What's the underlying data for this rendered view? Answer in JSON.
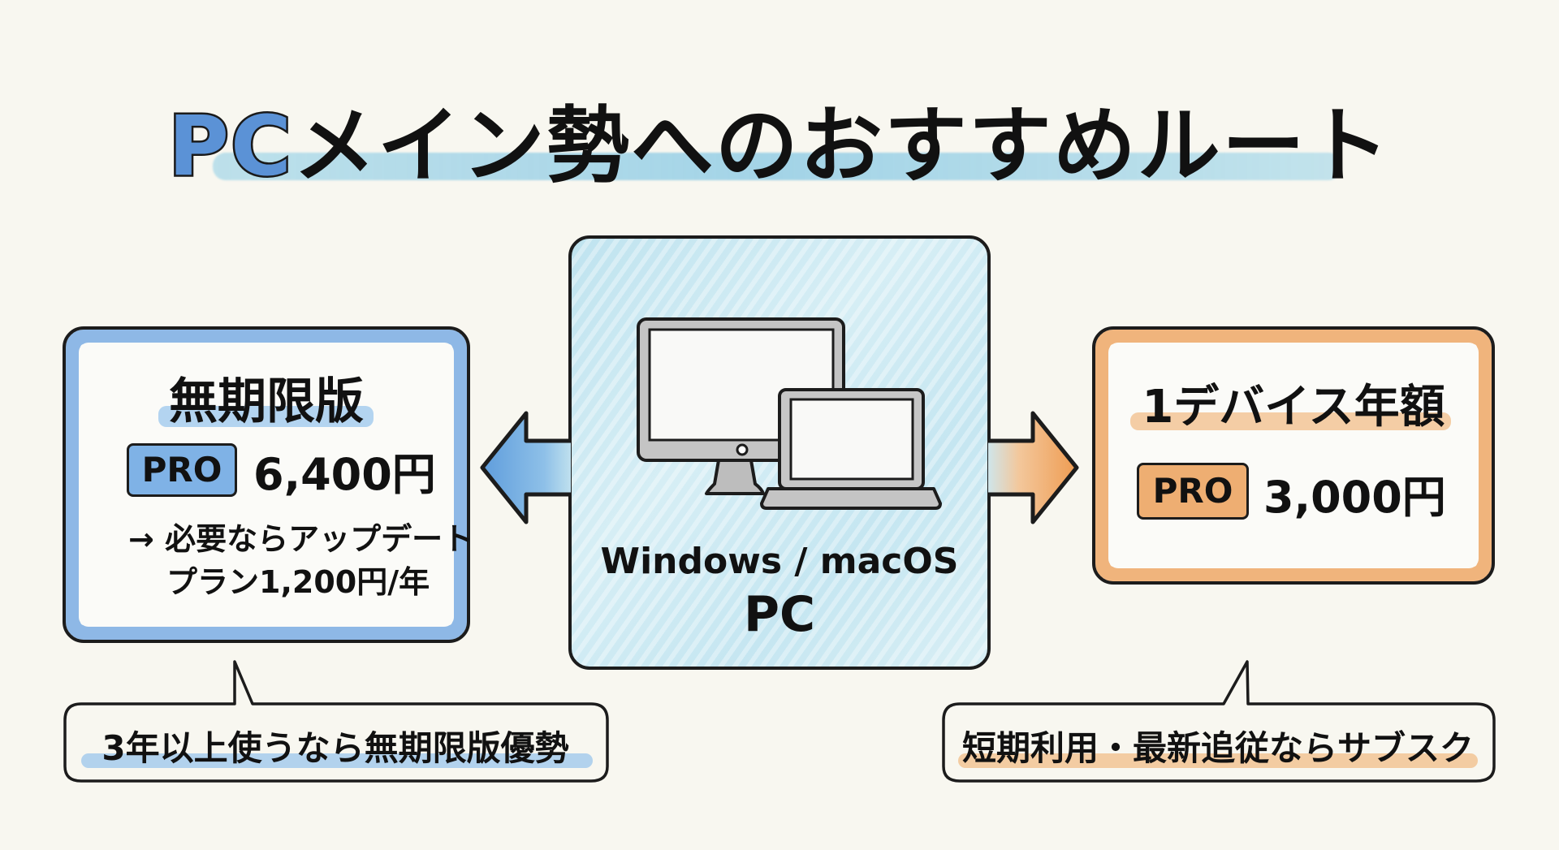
{
  "title": {
    "highlight": "PC",
    "rest": "メイン勢へのおすすめルート"
  },
  "left_card": {
    "heading": "無期限版",
    "badge": "PRO",
    "price": "6,400円",
    "note_line1": "→ 必要ならアップデート",
    "note_line2": "プラン1,200円/年",
    "accent_color": "#8eb8e6"
  },
  "center_card": {
    "os_label": "Windows / macOS",
    "device_label": "PC",
    "icons": [
      "desktop-monitor-icon",
      "laptop-icon"
    ]
  },
  "right_card": {
    "heading": "1デバイス年額",
    "badge": "PRO",
    "price": "3,000円",
    "accent_color": "#f0b47c"
  },
  "left_bubble": {
    "text": "3年以上使うなら無期限版優勢"
  },
  "right_bubble": {
    "text": "短期利用・最新追従ならサブスク"
  },
  "arrows": {
    "left": {
      "direction": "left",
      "color": "#6ea6e0"
    },
    "right": {
      "direction": "right",
      "color": "#f0a45e"
    }
  }
}
